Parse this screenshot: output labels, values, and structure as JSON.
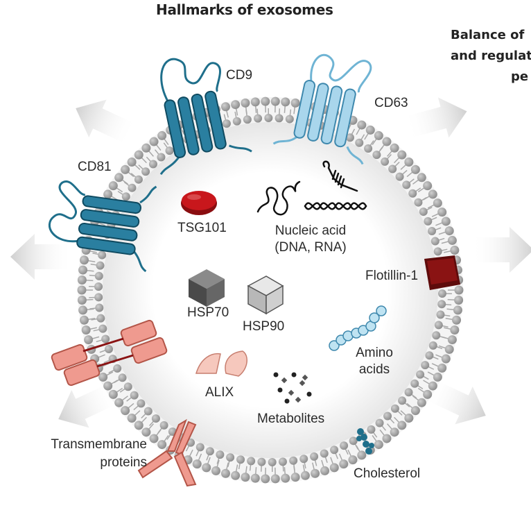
{
  "title": "Hallmarks of exosomes",
  "side_text": {
    "line1": "Balance of",
    "line2": "and regulat",
    "line3": "pe"
  },
  "labels": {
    "cd9": "CD9",
    "cd63": "CD63",
    "cd81": "CD81",
    "tsg101": "TSG101",
    "nucleic_line1": "Nucleic acid",
    "nucleic_line2": "(DNA, RNA)",
    "flotillin": "Flotillin-1",
    "hsp70": "HSP70",
    "hsp90": "HSP90",
    "amino_line1": "Amino",
    "amino_line2": "acids",
    "alix": "ALIX",
    "metabolites": "Metabolites",
    "transmembrane_line1": "Transmembrane",
    "transmembrane_line2": "proteins",
    "cholesterol": "Cholesterol"
  },
  "colors": {
    "membrane": "#9a9a9a",
    "tetraspanin_dark": "#1f6f8b",
    "tetraspanin_light": "#8ec6e0",
    "tsg101": "#c0161b",
    "flotillin": "#7a1010",
    "transmembrane": "#e8948a",
    "arrow": "#d9d9d9"
  },
  "arrows": [
    "top-left",
    "top-right",
    "left",
    "right",
    "bottom-left",
    "bottom-right"
  ]
}
